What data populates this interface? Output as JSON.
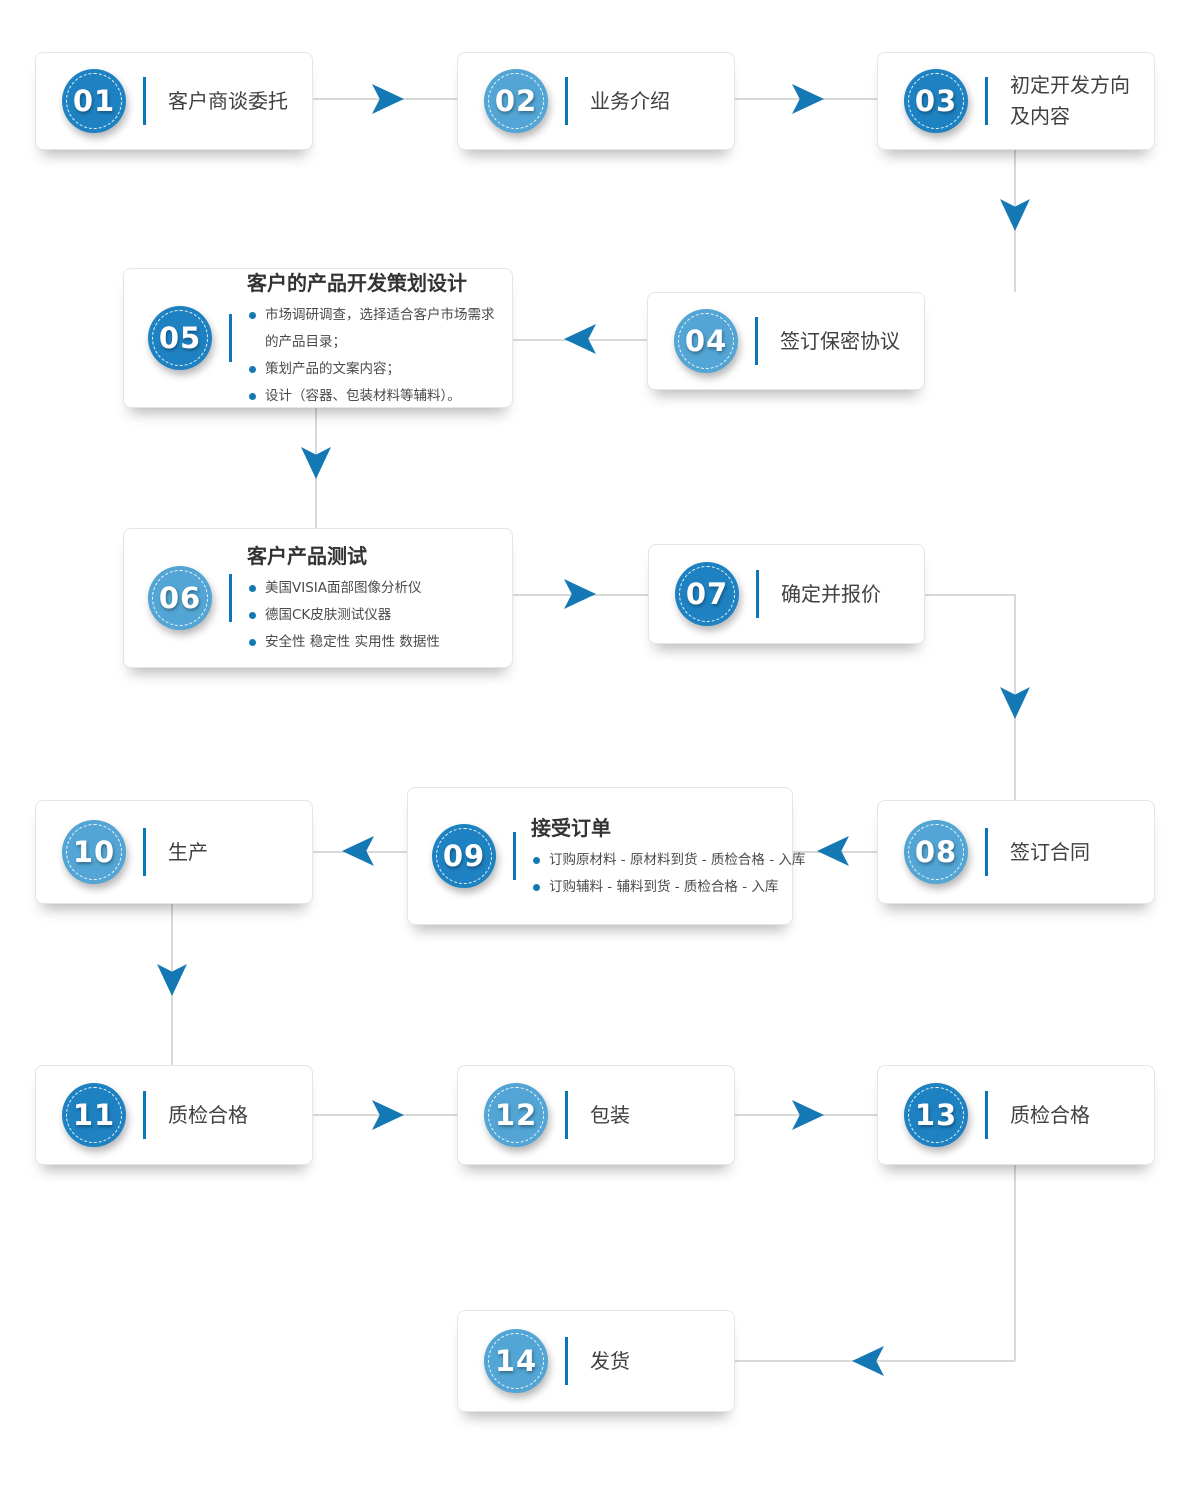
{
  "colors": {
    "circle_dark": "#1e82c2",
    "circle_light": "#52a5d4",
    "separator": "#0b76b9",
    "arrow": "#1478b4",
    "connector": "#d9d9d9",
    "bullet": "#1478b4"
  },
  "steps": [
    {
      "num": "01",
      "tone": "dark",
      "label": "客户商谈委托"
    },
    {
      "num": "02",
      "tone": "light",
      "label": "业务介绍"
    },
    {
      "num": "03",
      "tone": "dark",
      "label": "初定开发方向及内容"
    },
    {
      "num": "04",
      "tone": "light",
      "label": "签订保密协议"
    },
    {
      "num": "05",
      "tone": "dark",
      "title": "客户的产品开发策划设计",
      "details": [
        "市场调研调查，选择适合客户市场需求的产品目录；",
        "策划产品的文案内容；",
        "设计（容器、包装材料等辅料）。"
      ]
    },
    {
      "num": "06",
      "tone": "light",
      "title": "客户产品测试",
      "details": [
        "美国VISIA面部图像分析仪",
        "德国CK皮肤测试仪器",
        "安全性 稳定性 实用性 数据性"
      ]
    },
    {
      "num": "07",
      "tone": "dark",
      "label": "确定并报价"
    },
    {
      "num": "08",
      "tone": "light",
      "label": "签订合同"
    },
    {
      "num": "09",
      "tone": "dark",
      "title": "接受订单",
      "details": [
        "订购原材料 - 原材料到货 - 质检合格 - 入库",
        "订购辅料 - 辅料到货 - 质检合格 - 入库"
      ]
    },
    {
      "num": "10",
      "tone": "light",
      "label": "生产"
    },
    {
      "num": "11",
      "tone": "dark",
      "label": "质检合格"
    },
    {
      "num": "12",
      "tone": "light",
      "label": "包装"
    },
    {
      "num": "13",
      "tone": "dark",
      "label": "质检合格"
    },
    {
      "num": "14",
      "tone": "light",
      "label": "发货"
    }
  ]
}
